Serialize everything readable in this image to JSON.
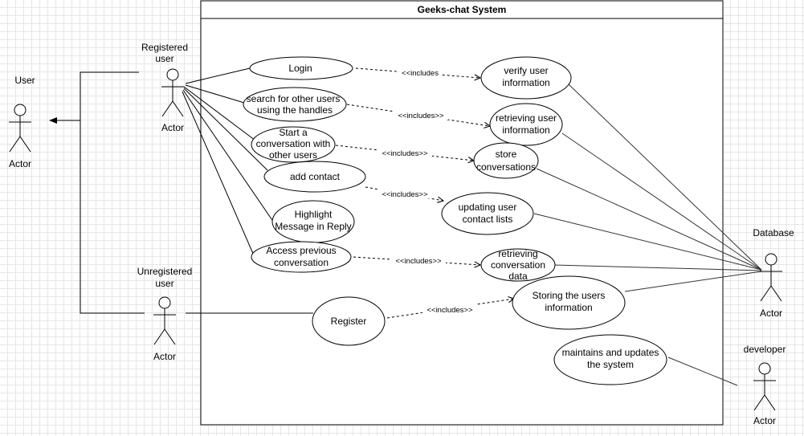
{
  "system": {
    "title": "Geeks-chat System"
  },
  "actors": {
    "user": {
      "name": "User",
      "caption": "Actor"
    },
    "registered": {
      "name_line1": "Registered",
      "name_line2": "user",
      "caption": "Actor"
    },
    "unregistered": {
      "name_line1": "Unregistered",
      "name_line2": "user",
      "caption": "Actor"
    },
    "database": {
      "name": "Database",
      "caption": "Actor"
    },
    "developer": {
      "name": "developer",
      "caption": "Actor"
    }
  },
  "use_cases": {
    "login": [
      "Login"
    ],
    "search": [
      "search for other users",
      "using the handles"
    ],
    "start": [
      "Start a",
      "conversation with",
      "other users"
    ],
    "add_contact": [
      "add contact"
    ],
    "highlight": [
      "Highlight",
      "Message in Reply"
    ],
    "access": [
      "Access previous",
      "conversation"
    ],
    "register": [
      "Register"
    ],
    "verify": [
      "verify user",
      "information"
    ],
    "retrieving_user": [
      "retrieving user",
      "information"
    ],
    "store": [
      "store",
      "conversations"
    ],
    "updating": [
      "updating user",
      "contact lists"
    ],
    "retrieving_conv": [
      "retrieving",
      "conversation",
      "data"
    ],
    "storing_users": [
      "Storing the users",
      "information"
    ],
    "maintains": [
      "maintains and updates",
      "the system"
    ]
  },
  "relations": {
    "include_login": "<<includes",
    "include_search": "<<includes>>",
    "include_start": "<<includes>>",
    "include_add_contact": "<<includes>>",
    "include_access": "<<includes>>",
    "include_register": "<<includes>>"
  },
  "colors": {
    "line": "#333333",
    "frame": "#000000",
    "fill": "#ffffff",
    "grid": "#e6e6e6"
  }
}
